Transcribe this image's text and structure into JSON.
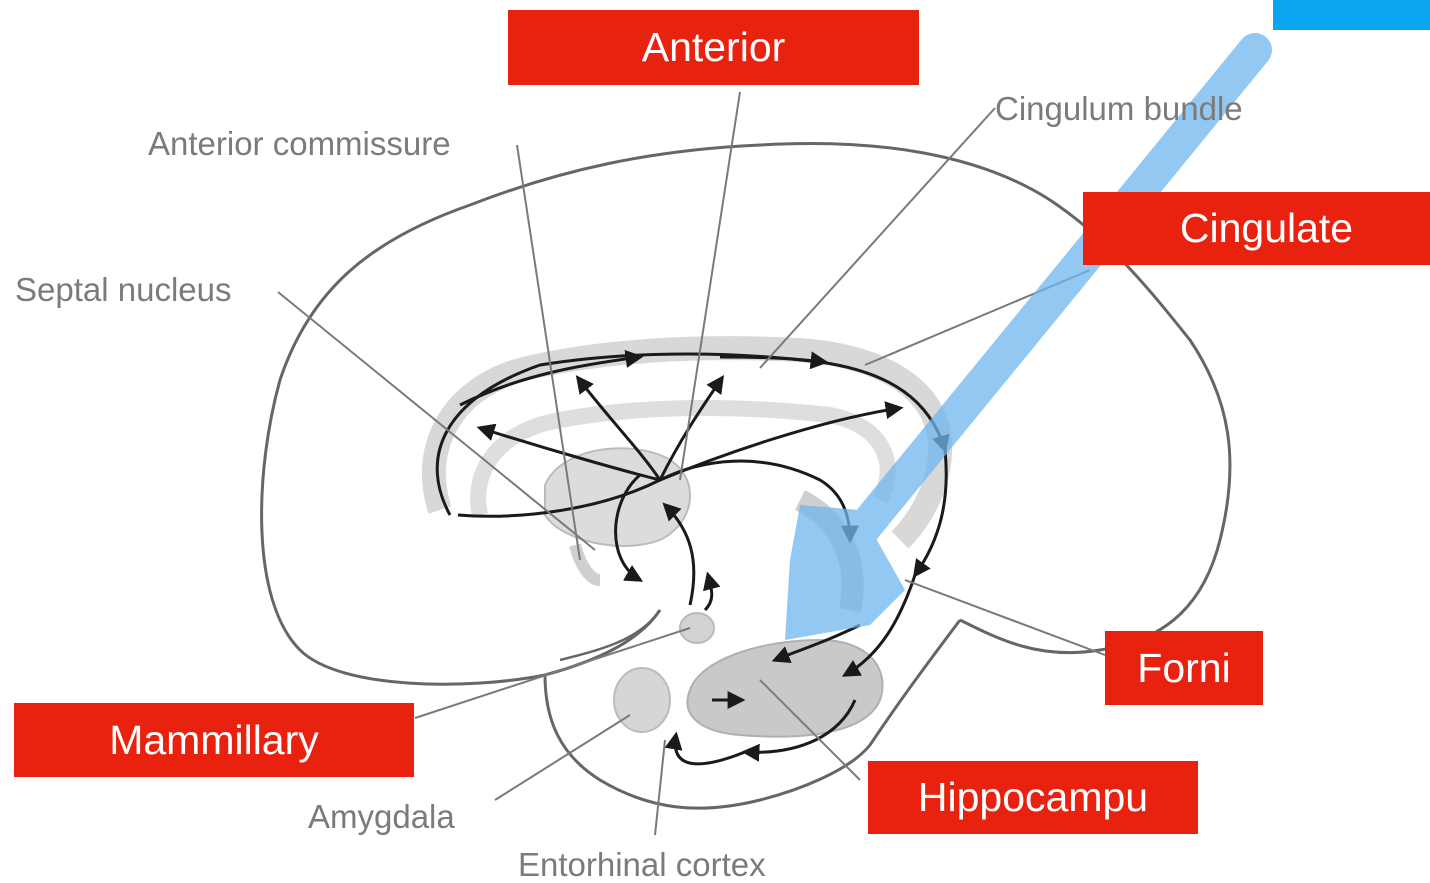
{
  "diagram": {
    "structure_labels": {
      "anterior_commissure": "Anterior commissure",
      "cingulum_bundle": "Cingulum bundle",
      "septal_nucleus": "Septal nucleus",
      "amygdala": "Amygdala",
      "entorhinal_cortex": "Entorhinal cortex"
    },
    "overlay_labels": {
      "anterior": "Anterior",
      "cingulate": "Cingulate",
      "forni": "Forni",
      "mammillary": "Mammillary",
      "hippocampu": "Hippocampu"
    },
    "colors": {
      "label_box": "#e8220f",
      "label_text": "#ffffff",
      "outline": "#666666",
      "arrows": "#1a1a1a",
      "structure_fill": "#d7d7d7",
      "marker": "#6fb6ee",
      "corner_block": "#0aa6f0"
    }
  }
}
